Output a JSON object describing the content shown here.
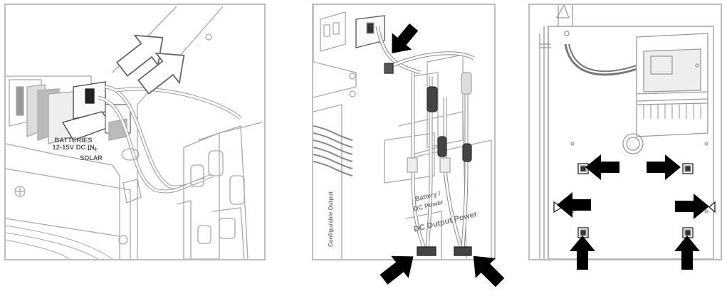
{
  "panel1": {
    "batteries_line1": "BATTERIES",
    "batteries_line2": "12-15V DC IN",
    "solar_polarity": "–  +",
    "solar_label": "SOLAR"
  },
  "panel2": {
    "battery_label": "Battery /",
    "dc_power_label": "DC Power",
    "dc_output_power_label": "DC Output Power",
    "configurable_output_label": "Configurable Output"
  },
  "colors": {
    "line": "#9a9a9a",
    "dark_line": "#555555",
    "arrow": "#000000",
    "panel_border": "#bdbdbd"
  }
}
